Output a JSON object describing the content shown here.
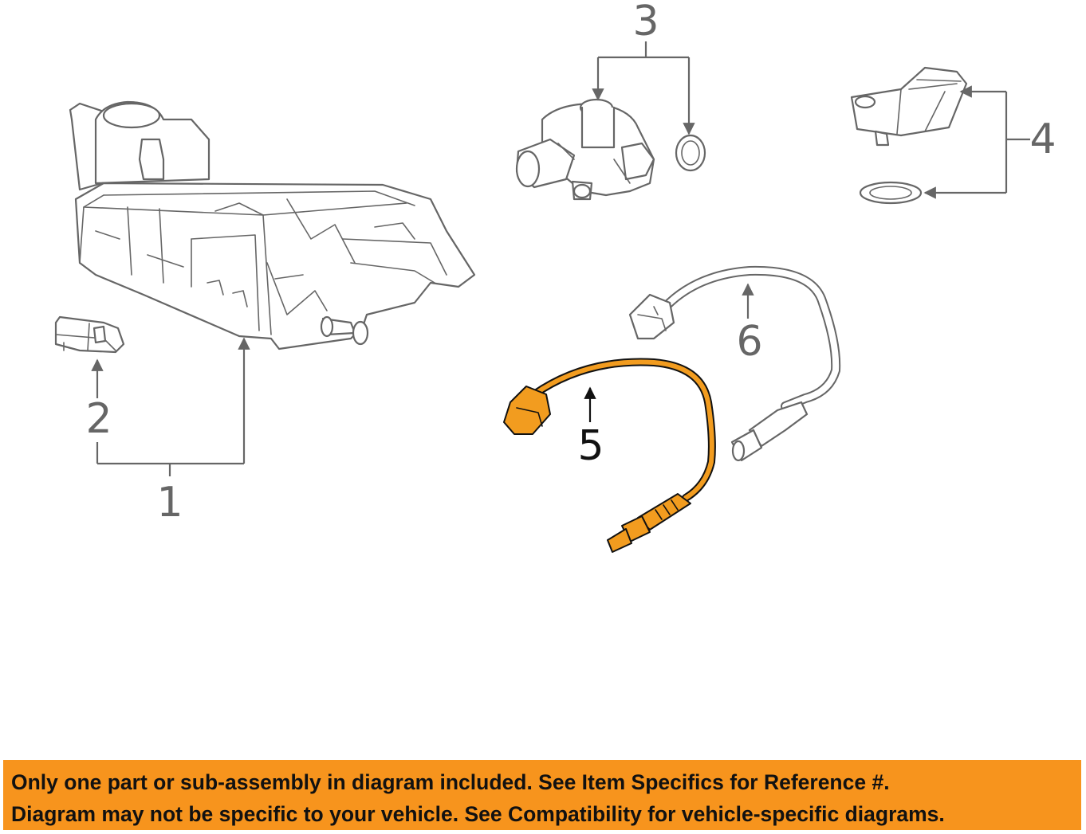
{
  "callouts": {
    "c1": "1",
    "c2": "2",
    "c3": "3",
    "c4": "4",
    "c5": "5",
    "c6": "6"
  },
  "highlight_color": "#f29c1f",
  "banner_color": "#f7941d",
  "disclaimer": {
    "line1": "Only one part or sub-assembly in diagram included. See Item Specifics for Reference #.",
    "line2": "Diagram may not be specific to your vehicle. See Compatibility for vehicle-specific diagrams."
  }
}
